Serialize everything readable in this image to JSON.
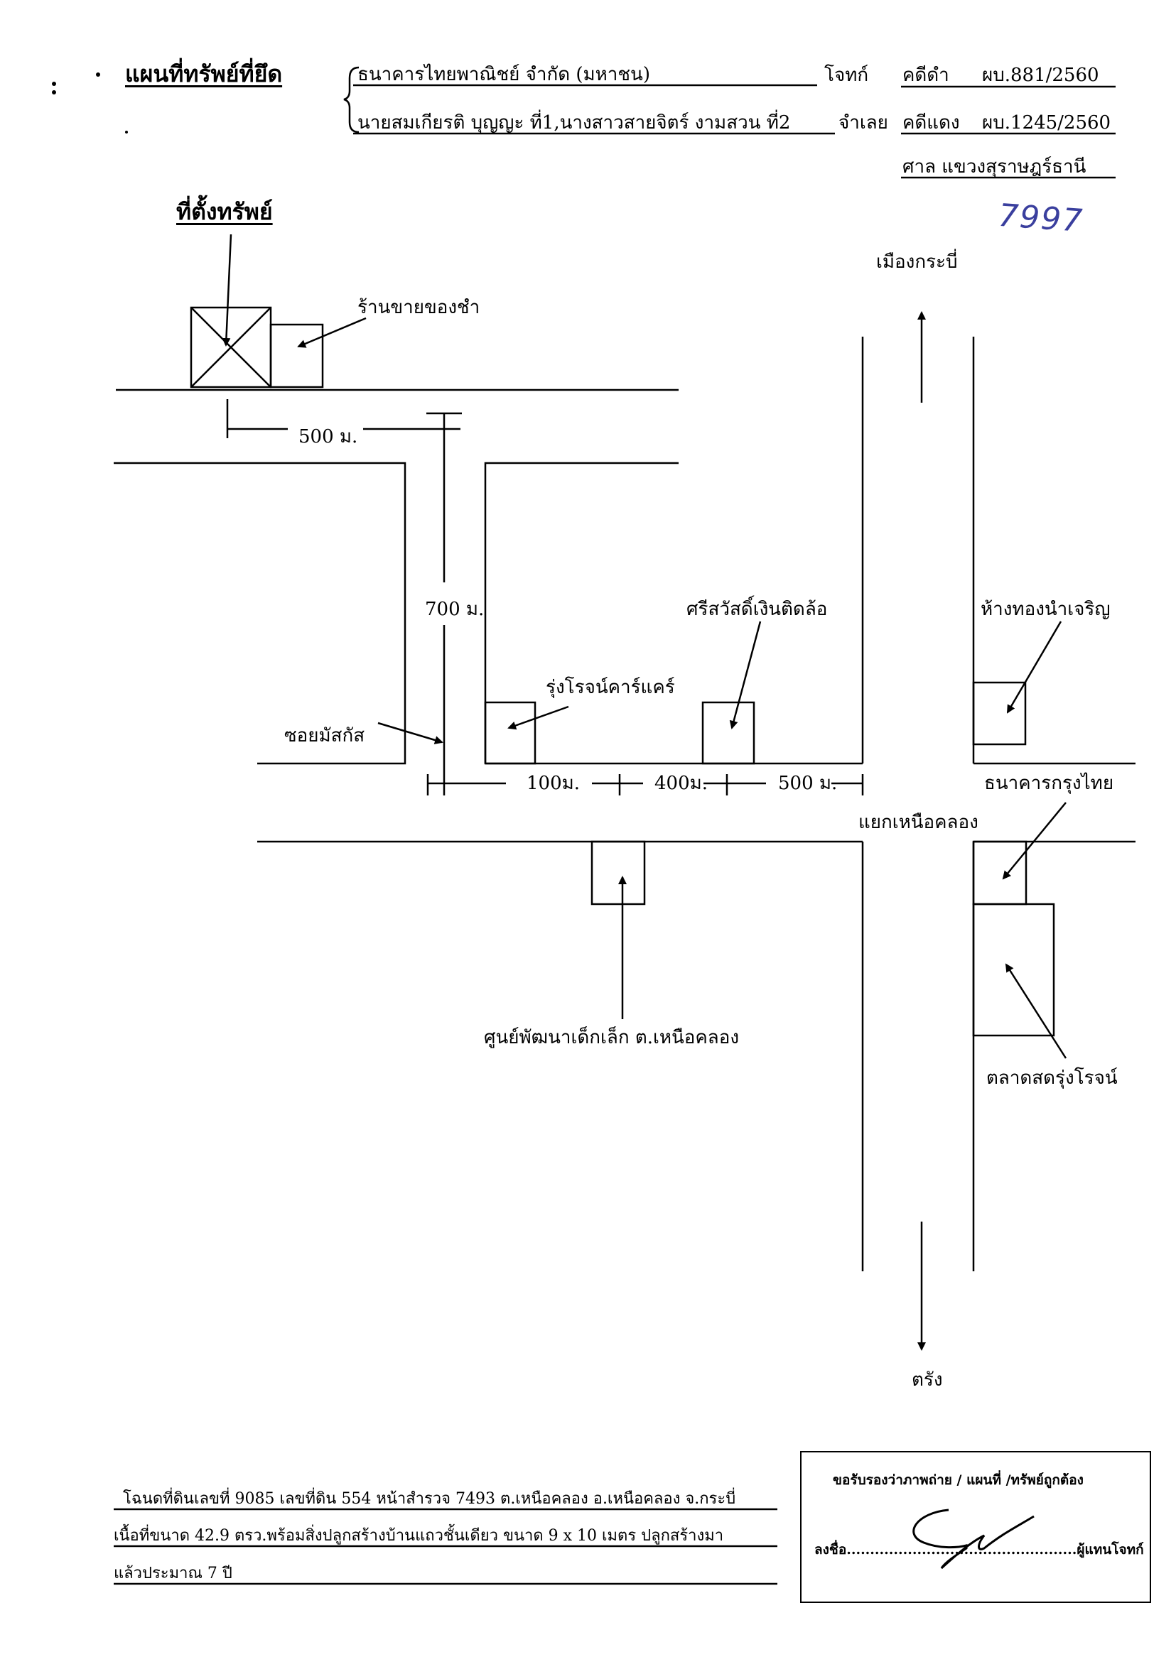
{
  "header": {
    "title": "แผนที่ทรัพย์ที่ยึด",
    "plaintiff": "ธนาคารไทยพาณิชย์ จำกัด (มหาชน)",
    "plaintiff_role": "โจทก์",
    "defendants": "นายสมเกียรติ บุญญะ ที่1,นางสาวสายจิตร์ งามสวน ที่2",
    "defendant_role": "จำเลย",
    "black_case_label": "คดีดำ",
    "black_case_no": "ผบ.881/2560",
    "red_case_label": "คดีแดง",
    "red_case_no": "ผบ.1245/2560",
    "court": "ศาล แขวงสุราษฎร์ธานี",
    "handwritten_no": "7997"
  },
  "map": {
    "property_label": "ที่ตั้งทรัพย์",
    "places": {
      "shop": "ร้านขายของชำ",
      "krabi": "เมืองกระบี่",
      "trang": "ตรัง",
      "junction": "แยกเหนือคลอง",
      "soi": "ซอยมัสกัส",
      "car_care": "รุ่งโรจน์คาร์แคร์",
      "pawn": "ศรีสวัสดิ์เงินติดล้อ",
      "gold": "ห้างทองนำเจริญ",
      "ktb": "ธนาคารกรุงไทย",
      "child_center": "ศูนย์พัฒนาเด็กเล็ก ต.เหนือคลอง",
      "market": "ตลาดสดรุ่งโรจน์"
    },
    "distances": {
      "d500a": "500 ม.",
      "d700": "700 ม.",
      "d100": "100ม.",
      "d400": "400ม.",
      "d500b": "500 ม."
    }
  },
  "footer": {
    "line1": "โฉนดที่ดินเลขที่ 9085 เลขที่ดิน 554 หน้าสำรวจ 7493 ต.เหนือคลอง อ.เหนือคลอง จ.กระบี่",
    "line2": "เนื้อที่ขนาด 42.9 ตรว.พร้อมสิ่งปลูกสร้างบ้านแถวชั้นเดียว ขนาด 9 x 10 เมตร ปลูกสร้างมา",
    "line3": "แล้วประมาณ 7 ปี"
  },
  "certification": {
    "title": "ขอรับรองว่าภาพถ่าย / แผนที่ /ทรัพย์ถูกต้อง",
    "sign_line": "ลงชื่อ.................................................ผู้แทนโจทก์"
  }
}
